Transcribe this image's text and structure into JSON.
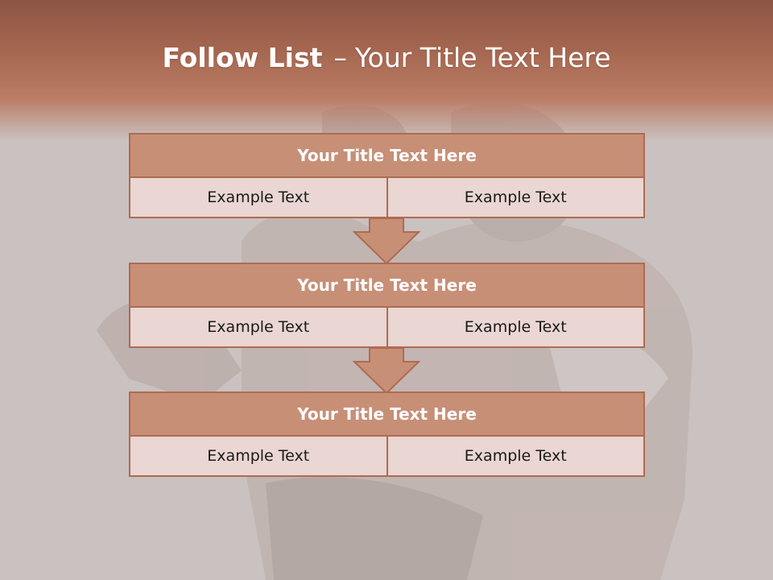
{
  "slide": {
    "title_bold": "Follow List",
    "title_sep": "–",
    "title_rest": "Your Title Text Here"
  },
  "blocks": [
    {
      "title": "Your Title Text Here",
      "cells": [
        "Example Text",
        "Example Text"
      ]
    },
    {
      "title": "Your Title Text Here",
      "cells": [
        "Example Text",
        "Example Text"
      ]
    },
    {
      "title": "Your Title Text Here",
      "cells": [
        "Example Text",
        "Example Text"
      ]
    }
  ],
  "colors": {
    "header": "#a5664f",
    "block_title_fill": "#c88f77",
    "block_border": "#b06a52",
    "cell_fill": "#ead6d2",
    "arrow_fill": "#c88f77"
  }
}
